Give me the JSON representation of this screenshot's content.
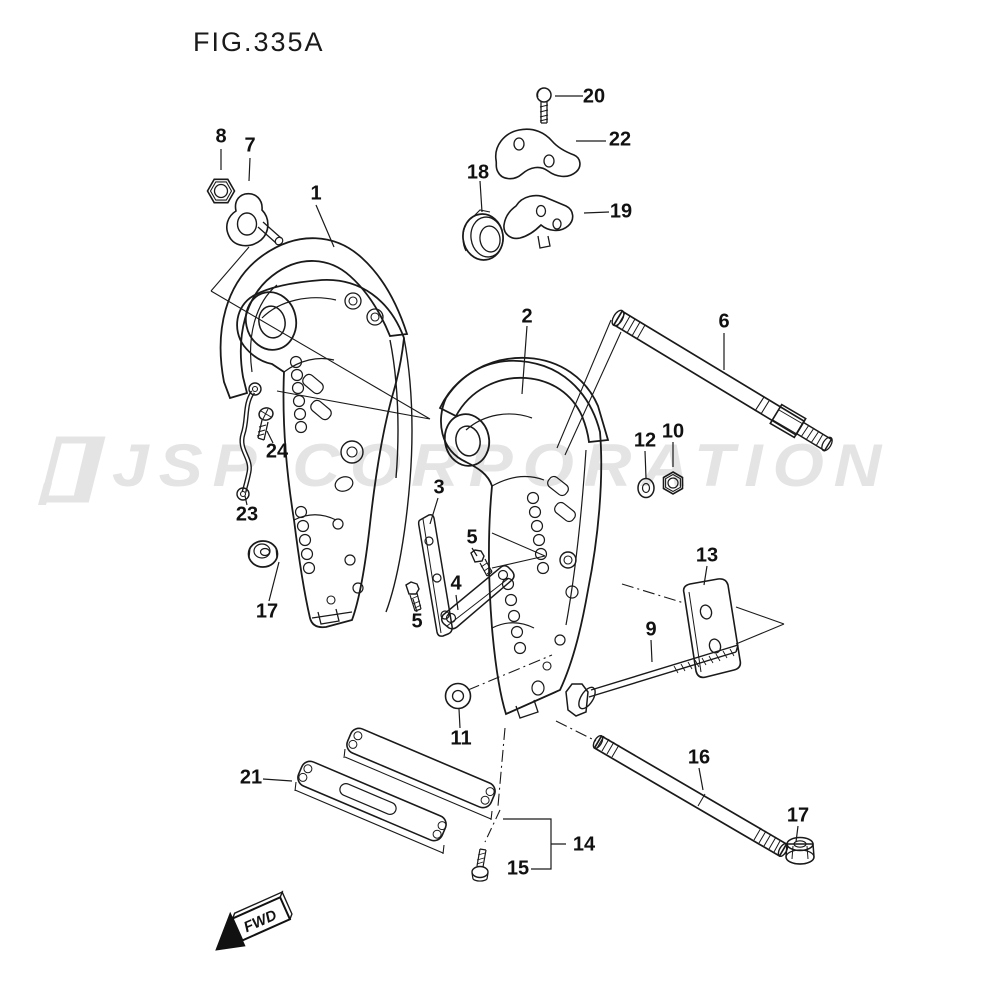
{
  "figure": {
    "title": "FIG.335A"
  },
  "watermark": {
    "text": "JSP CORPORATION",
    "color": "#e4e4e4"
  },
  "direction_indicator": {
    "label": "FWD"
  },
  "colors": {
    "line": "#1a1a1a",
    "background": "#ffffff"
  },
  "callouts": [
    "8",
    "7",
    "1",
    "20",
    "22",
    "18",
    "19",
    "2",
    "6",
    "12",
    "10",
    "24",
    "23",
    "3",
    "5",
    "4",
    "5",
    "17",
    "13",
    "9",
    "11",
    "16",
    "17",
    "21",
    "14",
    "15"
  ]
}
